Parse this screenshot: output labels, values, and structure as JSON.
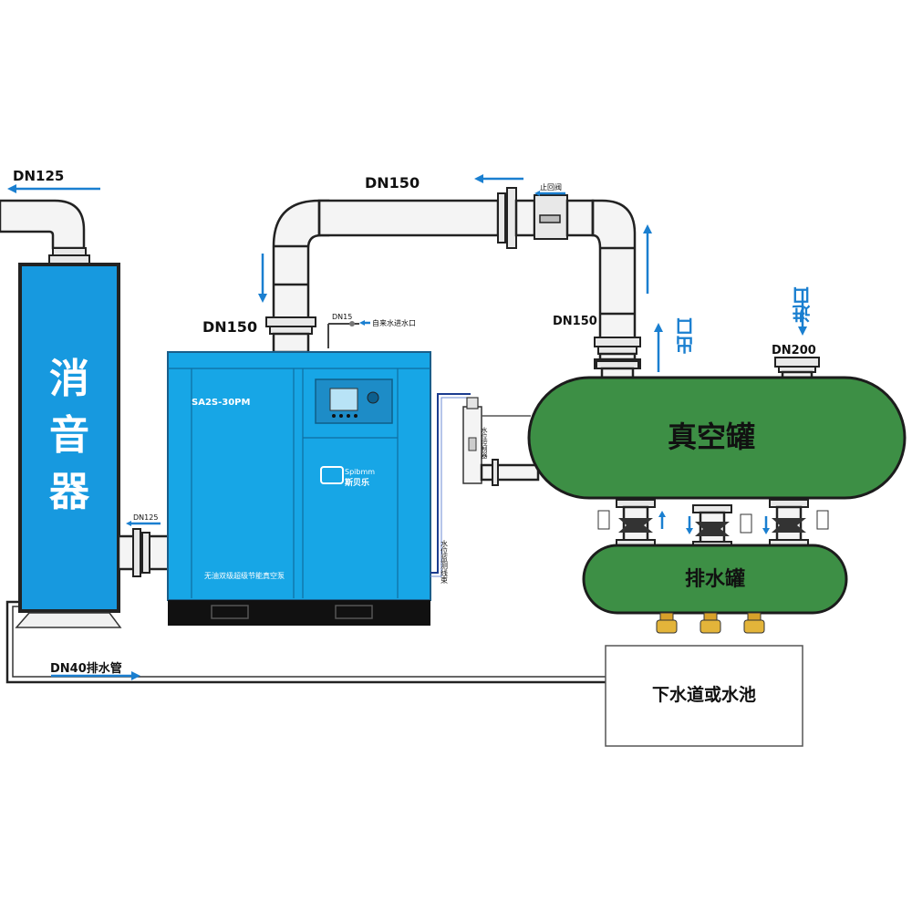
{
  "silencer": {
    "label_chars": [
      "消",
      "音",
      "器"
    ],
    "top_pipe": "DN125",
    "side_pipe": "DN125"
  },
  "pump": {
    "model": "SA2S-30PM",
    "brand": "Spibmm",
    "brand_cn": "斯贝乐",
    "description": "无油双级超级节能真空泵",
    "inlet": "DN150",
    "water_inlet_size": "DN15",
    "water_inlet_label": "自来水进水口",
    "color": "#17a6e6"
  },
  "piping": {
    "main_pipe": "DN150",
    "check_valve": "止回阀",
    "tank_inlet_pipe": "DN150",
    "drain_pipe": "DN40排水管"
  },
  "vacuum_tank": {
    "label": "真空罐",
    "outlet_label": "出口",
    "inlet_label": "进口",
    "inlet_size": "DN200",
    "level_controller": "水位控制器",
    "level_wire": "水位监测线束",
    "color": "#3d8f45"
  },
  "drain_tank": {
    "label": "排水罐",
    "color": "#3d8f45"
  },
  "sewer": {
    "label": "下水道或水池"
  }
}
